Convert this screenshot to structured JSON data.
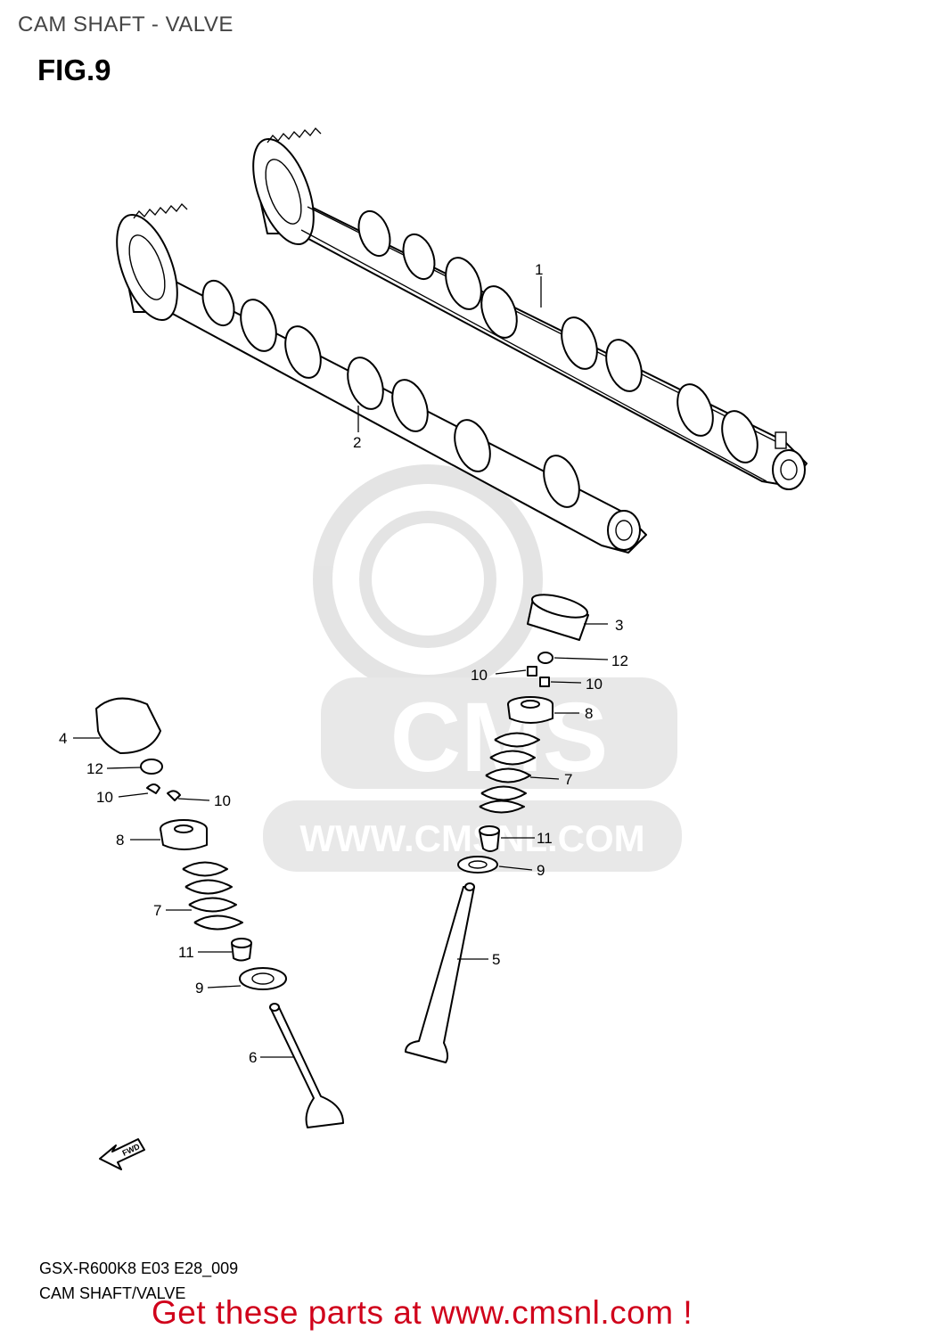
{
  "header": {
    "title": "CAM SHAFT - VALVE"
  },
  "figure": {
    "label": "FIG.9"
  },
  "watermark": {
    "text": "WWW.CMSNL.COM",
    "logo_text": "CMS",
    "color": "#d9d9d9"
  },
  "callouts": [
    "1",
    "2",
    "3",
    "12",
    "10",
    "10",
    "8",
    "7",
    "11",
    "9",
    "5",
    "4",
    "12",
    "10",
    "10",
    "8",
    "7",
    "11",
    "9",
    "6"
  ],
  "fwd_label": "FWD",
  "footer": {
    "model": "GSX-R600K8 E03 E28_009",
    "caption": "CAM SHAFT/VALVE"
  },
  "promo": {
    "text": "Get these parts at www.cmsnl.com !",
    "color": "#d0021b"
  }
}
